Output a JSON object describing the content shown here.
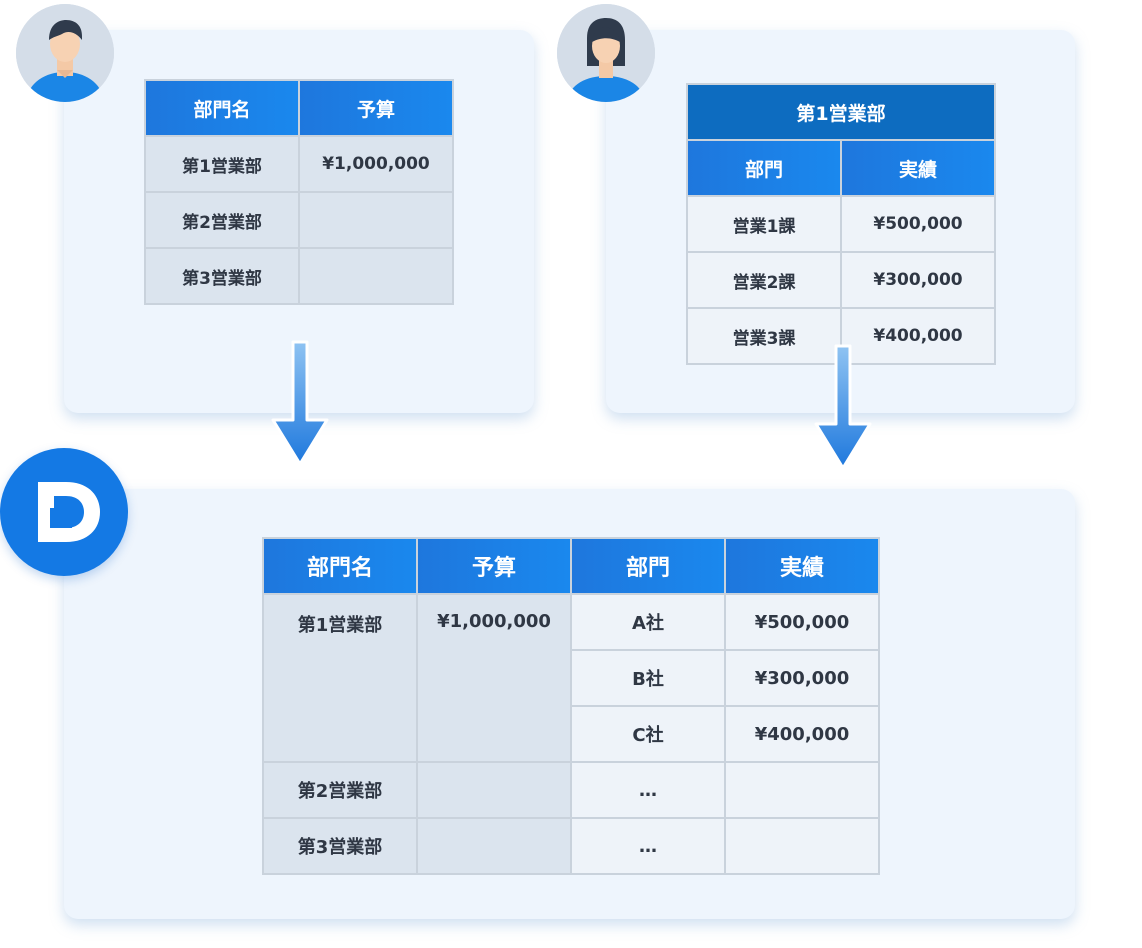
{
  "budget_table": {
    "headers": [
      "部門名",
      "予算"
    ],
    "rows": [
      [
        "第1営業部",
        "¥1,000,000"
      ],
      [
        "第2営業部",
        ""
      ],
      [
        "第3営業部",
        ""
      ]
    ]
  },
  "actual_table": {
    "caption": "第1営業部",
    "headers": [
      "部門",
      "実績"
    ],
    "rows": [
      [
        "営業1課",
        "¥500,000"
      ],
      [
        "営業2課",
        "¥300,000"
      ],
      [
        "営業3課",
        "¥400,000"
      ]
    ]
  },
  "merged_table": {
    "headers": [
      "部門名",
      "予算",
      "部門",
      "実績"
    ],
    "group1": {
      "name": "第1営業部",
      "budget": "¥1,000,000",
      "rows": [
        [
          "A社",
          "¥500,000"
        ],
        [
          "B社",
          "¥300,000"
        ],
        [
          "C社",
          "¥400,000"
        ]
      ]
    },
    "rows": [
      [
        "第2営業部",
        "",
        "…",
        ""
      ],
      [
        "第3営業部",
        "",
        "…",
        ""
      ]
    ]
  },
  "icons": {
    "user_male": "user-male-icon",
    "user_female": "user-female-icon",
    "logo": "app-logo-icon",
    "arrow": "arrow-down-icon"
  },
  "colors": {
    "header_blue": "#1e77dd",
    "caption_blue": "#0d6cc0",
    "panel_bg": "#eef5fd",
    "logo_blue": "#1479e4"
  }
}
